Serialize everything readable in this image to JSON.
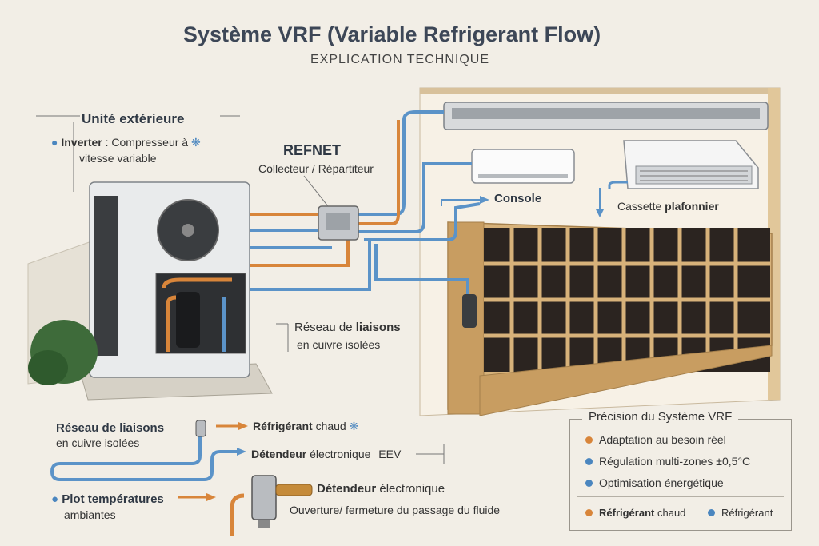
{
  "title": "Système VRF (Variable Refrigerant Flow)",
  "subtitle": "EXPLICATION TECHNIQUE",
  "outdoor_unit": {
    "heading": "Unité extérieure",
    "inverter_label": "Inverter",
    "inverter_desc_1": ": Compresseur à",
    "inverter_desc_2": "vitesse variable"
  },
  "refnet": {
    "heading": "REFNET",
    "desc": "Collecteur / Répartiteur"
  },
  "console_label": "Console",
  "cassette": {
    "prefix": "Cassette",
    "bold": "plafonnier"
  },
  "network_mid": {
    "line1_prefix": "Réseau de",
    "line1_bold": "liaisons",
    "line2": "en cuivre isolées"
  },
  "network_low": {
    "line1": "Réseau de liaisons",
    "line2": "en cuivre isolées"
  },
  "hot_refrigerant": {
    "bold": "Réfrigérant",
    "rest": "chaud"
  },
  "eev_row": {
    "bold": "Détendeur",
    "rest": "électronique",
    "suffix": "EEV"
  },
  "sensor": {
    "line1": "Plot températures",
    "line2": "ambiantes"
  },
  "detendeur_box": {
    "title_bold": "Détendeur",
    "title_rest": "électronique",
    "desc": "Ouverture/ fermeture du passage du fluide"
  },
  "legend": {
    "title": "Précision du Système VRF",
    "items": [
      "Adaptation au besoin réel",
      "Régulation multi-zones ±0,5°C",
      "Optimisation énergétique"
    ],
    "footer_hot_bold": "Réfrigérant",
    "footer_hot_rest": "chaud",
    "footer_cold": "Réfrigérant"
  },
  "colors": {
    "cold_pipe": "#5b93c8",
    "hot_pipe": "#d8853a",
    "wood": "#d7b27a",
    "text_dark": "#2f3844"
  }
}
